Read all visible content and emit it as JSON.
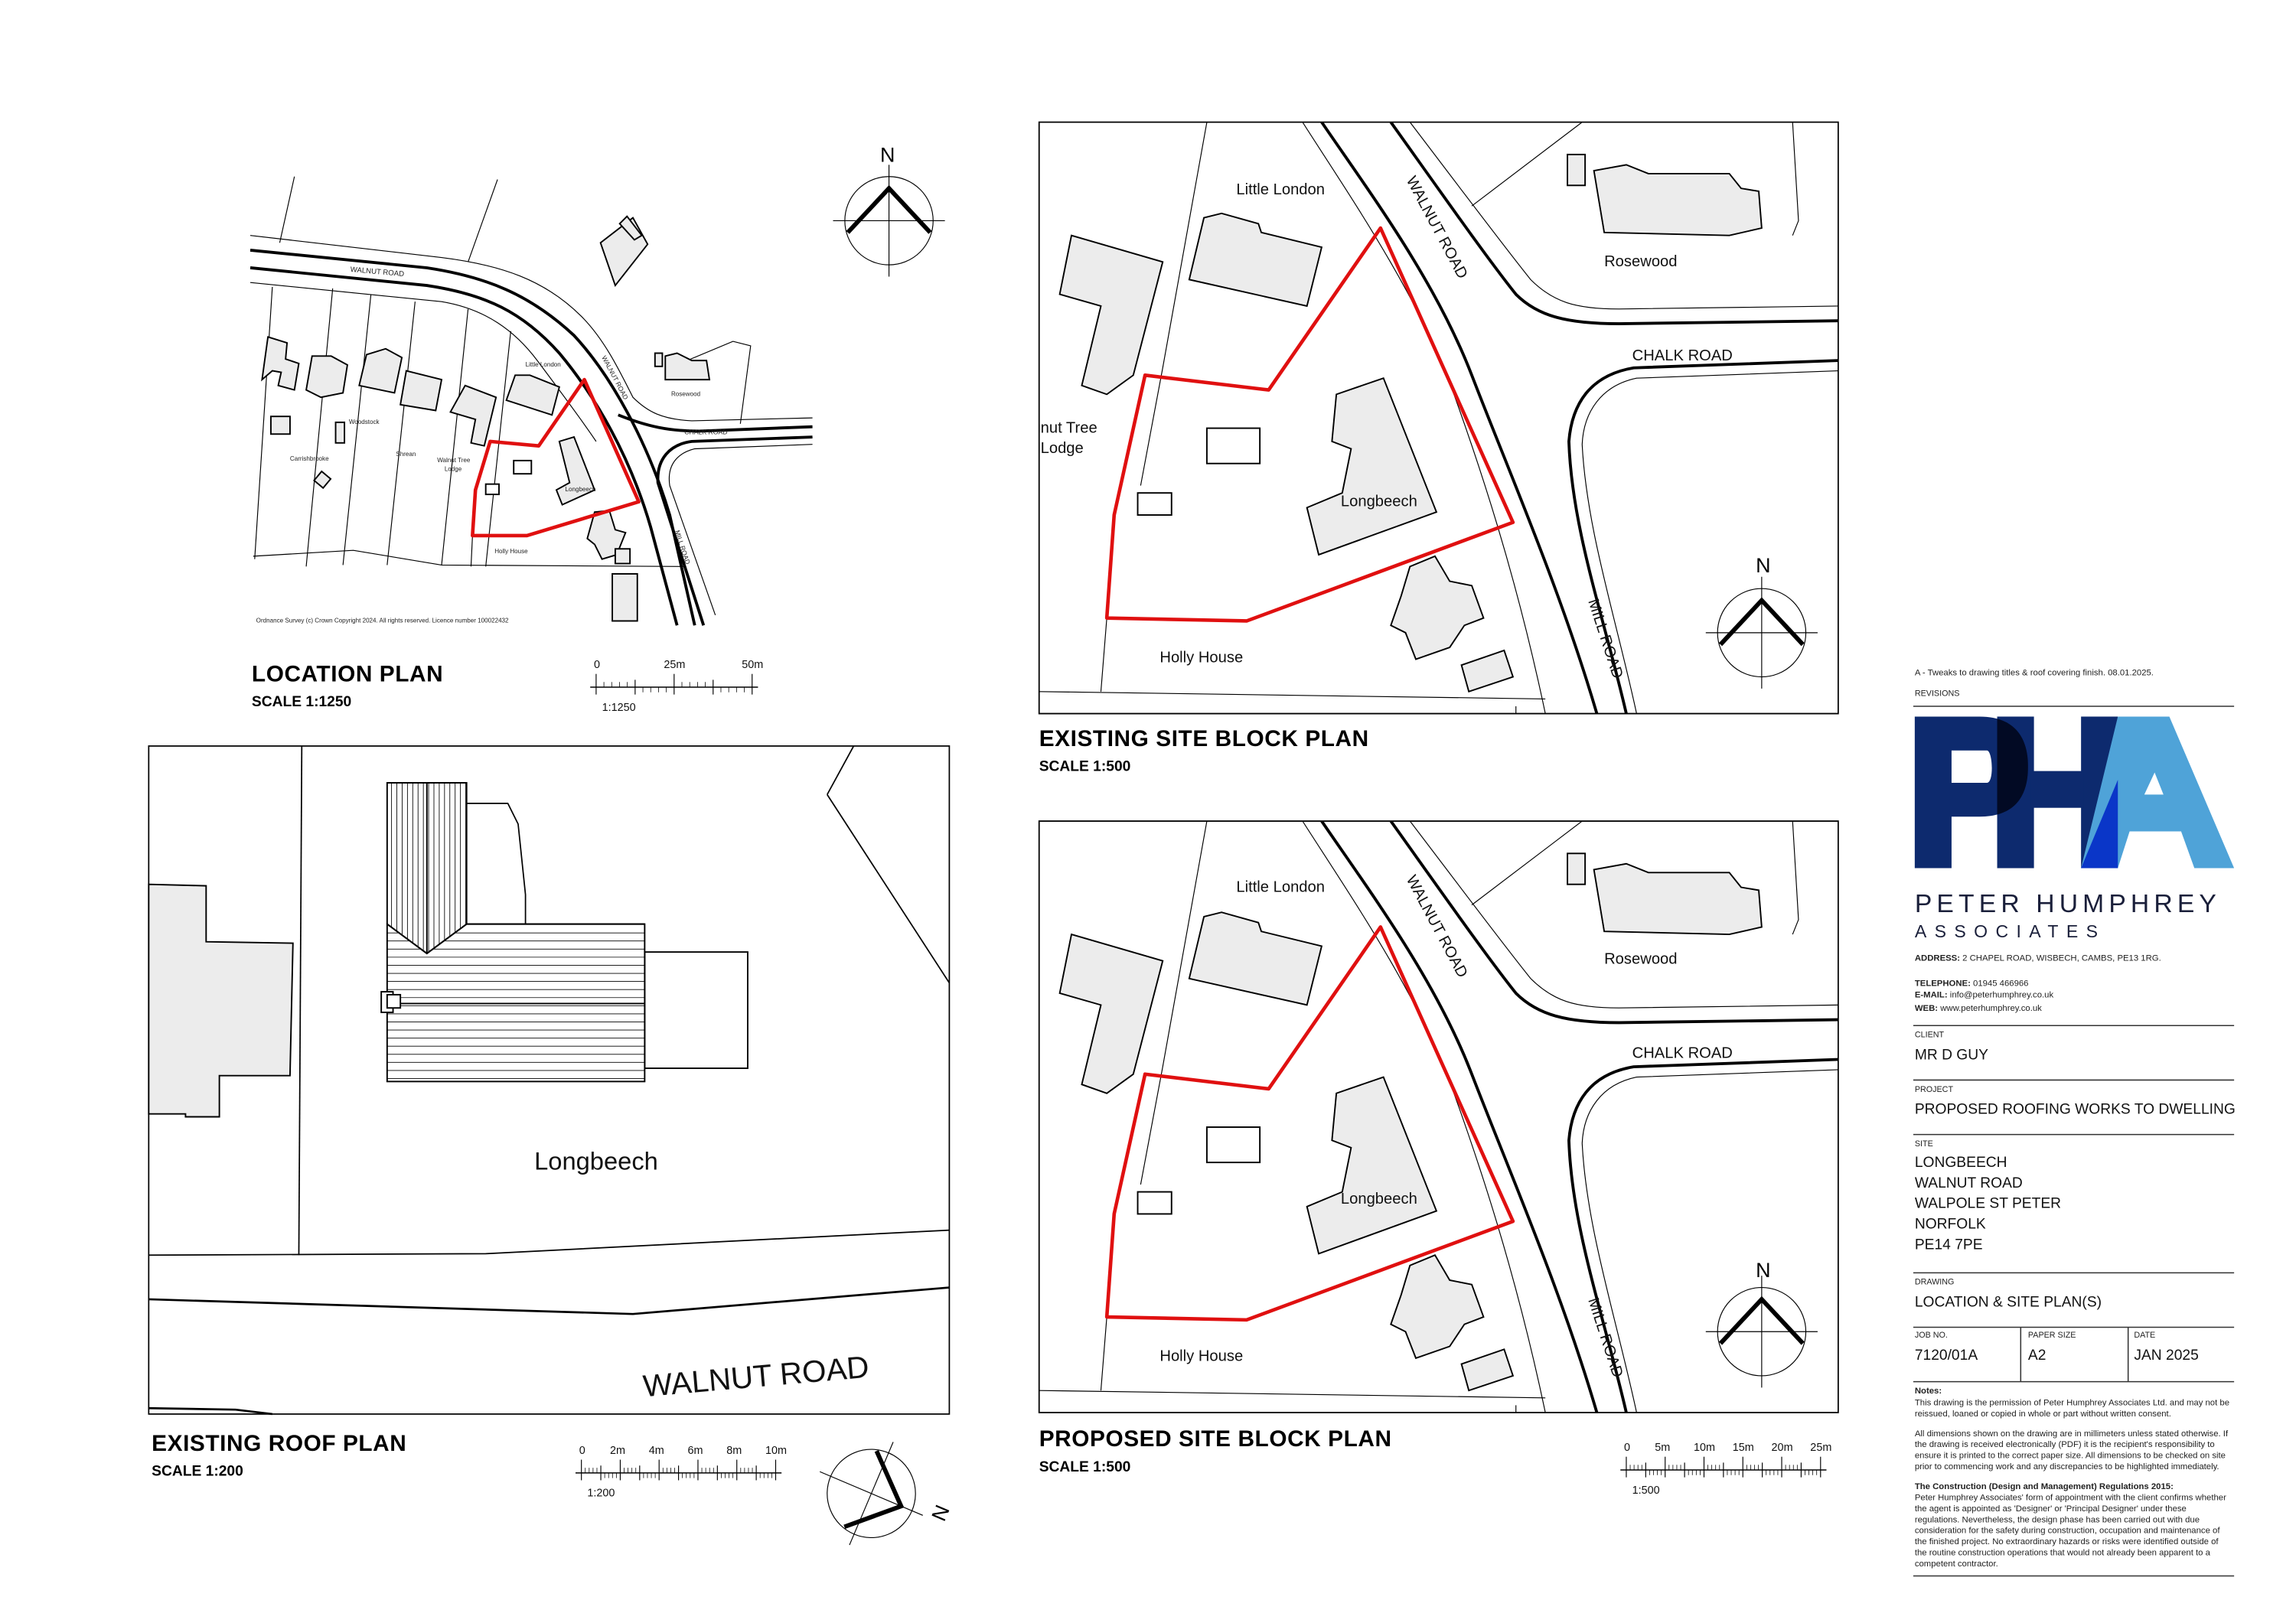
{
  "location_plan": {
    "title": "LOCATION PLAN",
    "scale": "SCALE 1:1250",
    "labels": {
      "walnut_road": "WALNUT ROAD",
      "walnut_road_2": "WALNUT ROAD",
      "little_london": "Little London",
      "rosewood": "Rosewood",
      "chalk_road": "CHALK ROAD",
      "woodstock": "Woodstock",
      "carrishbrooke": "Carrishbrooke",
      "shrean": "Shrean",
      "walnut_tree": "Walnut Tree",
      "lodge": "Lodge",
      "longbeech": "Longbeech",
      "holly_house": "Holly House",
      "mill_road": "MILL ROAD"
    },
    "copyright": "Ordnance Survey (c) Crown Copyright 2024. All rights reserved. Licence number 100022432",
    "scale_bar": {
      "ticks": [
        "0",
        "25m",
        "50m"
      ],
      "ratio": "1:1250"
    },
    "north": "N"
  },
  "existing_site": {
    "title": "EXISTING SITE BLOCK PLAN",
    "scale": "SCALE 1:500",
    "labels": {
      "little_london": "Little London",
      "walnut_road": "WALNUT ROAD",
      "rosewood": "Rosewood",
      "chalk_road": "CHALK ROAD",
      "walnut_tree": "nut Tree",
      "lodge": "Lodge",
      "longbeech": "Longbeech",
      "holly_house": "Holly House",
      "mill_road": "MILL ROAD"
    },
    "north": "N"
  },
  "proposed_site": {
    "title": "PROPOSED SITE BLOCK PLAN",
    "scale": "SCALE 1:500",
    "labels": {
      "little_london": "Little London",
      "walnut_road": "WALNUT ROAD",
      "rosewood": "Rosewood",
      "chalk_road": "CHALK ROAD",
      "longbeech": "Longbeech",
      "holly_house": "Holly House",
      "mill_road": "MILL ROAD"
    },
    "scale_bar": {
      "ticks": [
        "0",
        "5m",
        "10m",
        "15m",
        "20m",
        "25m"
      ],
      "ratio": "1:500"
    },
    "north": "N"
  },
  "roof_plan": {
    "title": "EXISTING ROOF PLAN",
    "scale": "SCALE 1:200",
    "labels": {
      "longbeech": "Longbeech",
      "walnut_road": "WALNUT ROAD"
    },
    "scale_bar": {
      "ticks": [
        "0",
        "2m",
        "4m",
        "6m",
        "8m",
        "10m"
      ],
      "ratio": "1:200"
    },
    "north": "N"
  },
  "title_block": {
    "revision": "A - Tweaks to drawing titles & roof covering finish. 08.01.2025.",
    "revisions_label": "REVISIONS",
    "logo_text": "PHA",
    "company_line1": "PETER HUMPHREY",
    "company_line2": "ASSOCIATES",
    "brand_colors": {
      "navy": "#0d2a6e",
      "overlap_dark": "#020a24",
      "light_blue": "#4fa3d8",
      "blue": "#0a36c8"
    },
    "address_label": "ADDRESS:",
    "address": "2 CHAPEL ROAD, WISBECH, CAMBS, PE13 1RG.",
    "telephone_label": "TELEPHONE:",
    "telephone": "01945 466966",
    "email_label": "E-MAIL:",
    "email": "info@peterhumphrey.co.uk",
    "web_label": "WEB:",
    "web": "www.peterhumphrey.co.uk",
    "client_label": "CLIENT",
    "client": "MR D GUY",
    "project_label": "PROJECT",
    "project": "PROPOSED ROOFING WORKS TO DWELLING",
    "site_label": "SITE",
    "site_lines": [
      "LONGBEECH",
      "WALNUT ROAD",
      "WALPOLE ST PETER",
      "NORFOLK",
      "PE14 7PE"
    ],
    "drawing_label": "DRAWING",
    "drawing": "LOCATION & SITE PLAN(S)",
    "job_label": "JOB NO.",
    "job": "7120/01A",
    "paper_label": "PAPER SIZE",
    "paper": "A2",
    "date_label": "DATE",
    "date": "JAN 2025",
    "notes_label": "Notes:",
    "notes_1": [
      "This drawing is the permission of Peter Humphrey Associates Ltd. and may not be",
      "reissued, loaned or copied in whole or part without written consent."
    ],
    "notes_2": [
      "All dimensions shown on the drawing are in millimeters unless stated otherwise. If",
      "the drawing is received electronically (PDF) it is the recipient's responsibility to",
      "ensure it is printed to the correct paper size.  All dimensions to be checked on site",
      "prior to commencing work and any discrepancies to be highlighted immediately."
    ],
    "cdm_label": "The Construction (Design and Management) Regulations 2015:",
    "notes_3": [
      "Peter Humphrey Associates' form of appointment with the client confirms whether",
      "the agent is appointed as 'Designer' or 'Principal Designer' under these",
      "regulations. Nevertheless, the design phase has been carried out with due",
      "consideration for the safety during construction, occupation and maintenance of",
      "the finished project. No extraordinary hazards or risks were identified outside of",
      "the routine construction operations that would not already been apparent to a",
      "competent contractor."
    ]
  }
}
